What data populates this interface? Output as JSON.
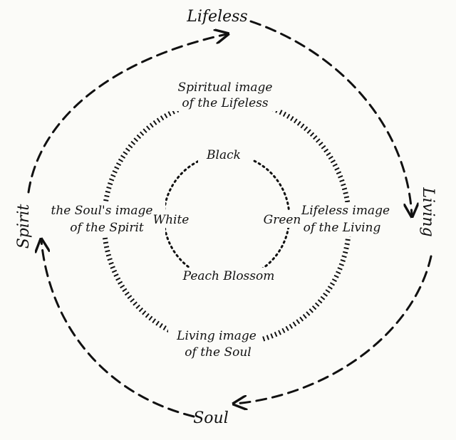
{
  "outer_labels": {
    "top": "Lifeless",
    "right": "Living",
    "bottom": "Soul",
    "left": "Spirit"
  },
  "middle_labels": {
    "top": [
      "Spiritual image",
      "of the Lifeless"
    ],
    "right": [
      "Lifeless image",
      "of the Living"
    ],
    "bottom": [
      "Living image",
      "of the Soul"
    ],
    "left": [
      "the Soul's image",
      "of the Spirit"
    ]
  },
  "inner_labels": {
    "top": "Black",
    "right": "Green",
    "bottom": "Peach Blossom",
    "left": "White"
  },
  "colors": {
    "ink": "#111111",
    "paper": "#fbfbf8"
  }
}
